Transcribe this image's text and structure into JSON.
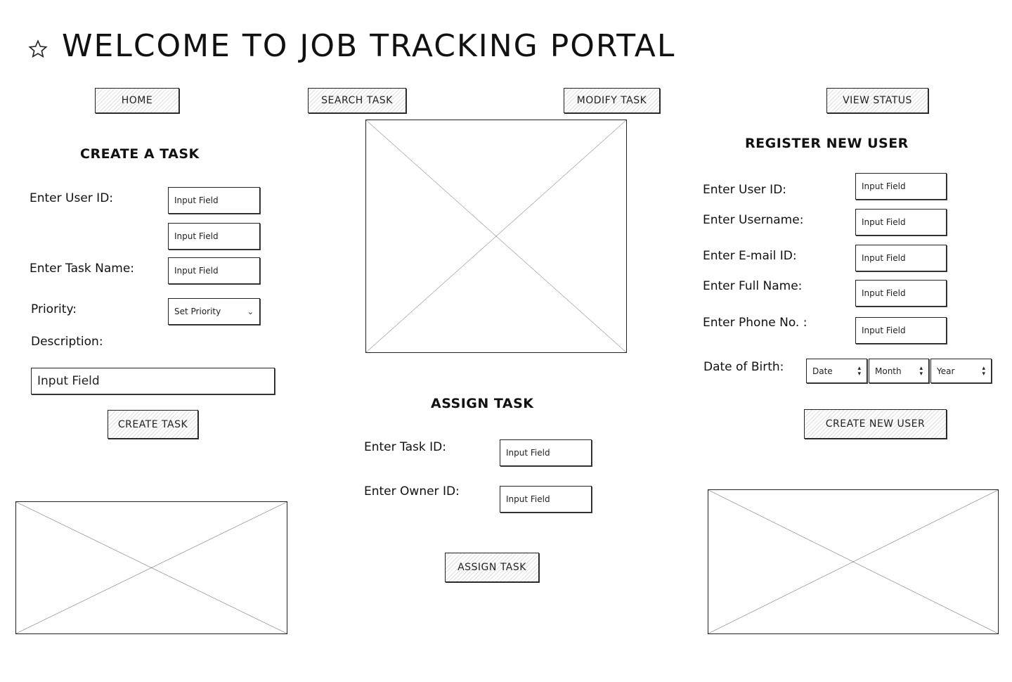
{
  "page": {
    "title": "WELCOME TO JOB TRACKING PORTAL"
  },
  "nav": {
    "home": "HOME",
    "search_task": "SEARCH TASK",
    "modify_task": "MODIFY TASK",
    "view_status": "VIEW STATUS"
  },
  "create_task": {
    "heading": "CREATE A TASK",
    "user_id_label": "Enter User ID:",
    "user_id_value": "Input Field",
    "extra_value": "Input Field",
    "task_name_label": "Enter Task Name:",
    "task_name_value": "Input Field",
    "priority_label": "Priority:",
    "priority_value": "Set Priority",
    "description_label": "Description:",
    "description_value": "Input Field",
    "button": "CREATE TASK"
  },
  "assign_task": {
    "heading": "ASSIGN TASK",
    "task_id_label": "Enter Task ID:",
    "task_id_value": "Input Field",
    "owner_id_label": "Enter Owner ID:",
    "owner_id_value": "Input Field",
    "button": "ASSIGN TASK"
  },
  "register_user": {
    "heading": "REGISTER NEW USER",
    "user_id_label": "Enter User ID:",
    "user_id_value": "Input Field",
    "username_label": "Enter Username:",
    "username_value": "Input Field",
    "email_label": "Enter E-mail ID:",
    "email_value": "Input Field",
    "fullname_label": "Enter Full Name:",
    "fullname_value": "Input Field",
    "phone_label": "Enter Phone No. :",
    "phone_value": "Input Field",
    "dob_label": "Date of Birth:",
    "dob_date": "Date",
    "dob_month": "Month",
    "dob_year": "Year",
    "button": "CREATE NEW USER"
  },
  "icons": {
    "star": "star-icon",
    "chevron": "chevron-down-icon",
    "spinner": "stepper-icon"
  }
}
